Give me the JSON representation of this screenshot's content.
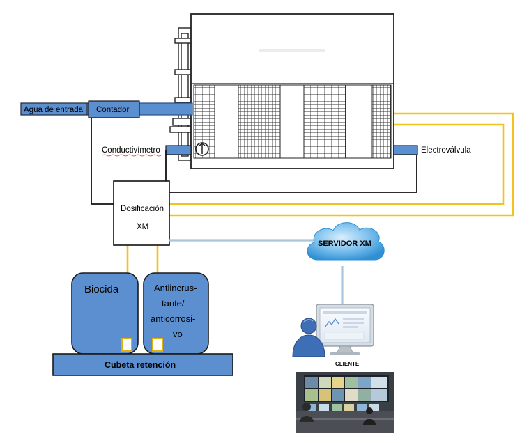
{
  "labels": {
    "water_inlet": "Agua de entrada",
    "meter": "Contador",
    "conductivity_meter": "Conductivímetro",
    "solenoid_valve": "Electroválvula",
    "dosing_line1": "Dosificación",
    "dosing_line2": "XM",
    "server": "SERVIDOR XM",
    "client": "CLIENTE",
    "biocide": "Biocida",
    "antiscalant_line1": "Antiincrus-",
    "antiscalant_line2": "tante/",
    "antiscalant_line3": "anticorrosi-",
    "antiscalant_line4": "vo",
    "retention_tray": "Cubeta retención"
  },
  "colors": {
    "blue_fill": "#5b8fd0",
    "blue_stroke": "#2a4f80",
    "signal_yellow": "#f3c21d",
    "network_line": "#a9c4dc",
    "cloud": "#4aa4e0",
    "outline": "#111111"
  },
  "icons": {
    "server": "cloud-icon",
    "client": "user-monitor-icon",
    "control_room": "control-room-photo"
  }
}
